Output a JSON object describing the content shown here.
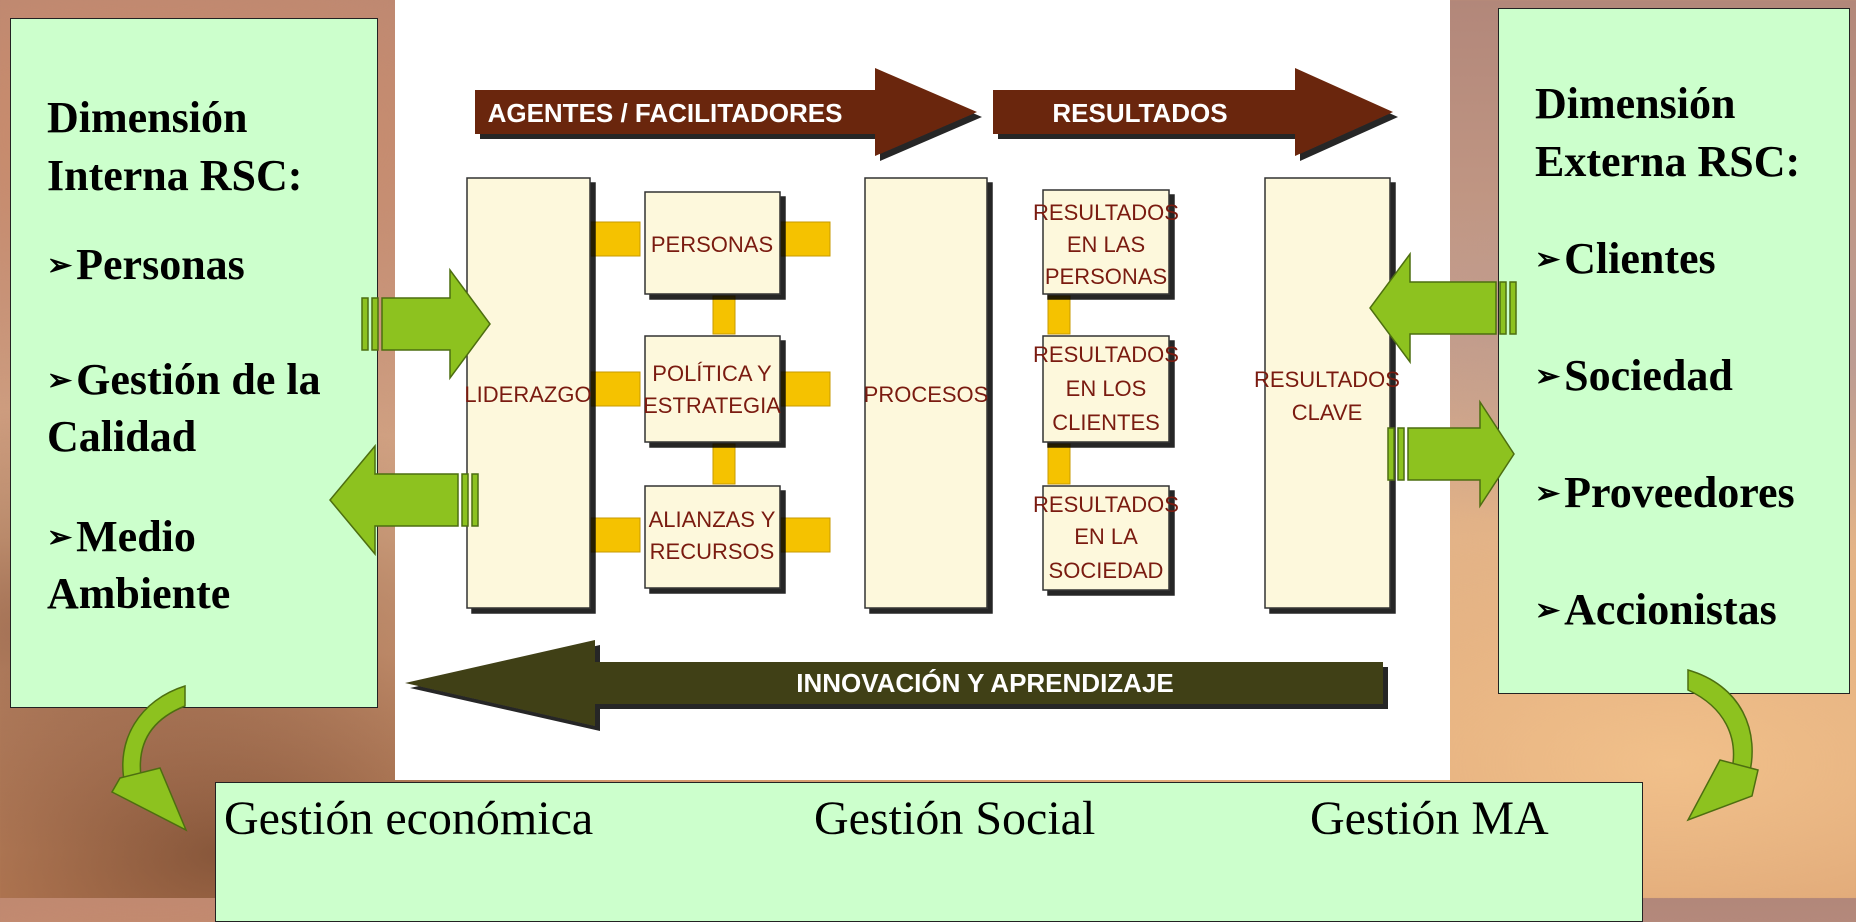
{
  "left_panel": {
    "title_line1": "Dimensión",
    "title_line2": "Interna RSC:",
    "items": [
      {
        "line1": "Personas",
        "line2": ""
      },
      {
        "line1": "Gestión de la",
        "line2": "Calidad"
      },
      {
        "line1": "Medio",
        "line2": "Ambiente"
      }
    ]
  },
  "right_panel": {
    "title_line1": "Dimensión",
    "title_line2": "Externa RSC:",
    "items": [
      "Clientes",
      "Sociedad",
      "Proveedores",
      "Accionistas"
    ]
  },
  "bottom_panel": {
    "items": [
      "Gestión económica",
      "Gestión Social",
      "Gestión MA"
    ]
  },
  "diagram": {
    "top_arrows": [
      "AGENTES / FACILITADORES",
      "RESULTADOS"
    ],
    "bottom_arrow": "INNOVACIÓN Y APRENDIZAJE",
    "boxes": {
      "liderazgo": "LIDERAZGO",
      "personas": "PERSONAS",
      "politica_line1": "POLÍTICA Y",
      "politica_line2": "ESTRATEGIA",
      "alianzas_line1": "ALIANZAS Y",
      "alianzas_line2": "RECURSOS",
      "procesos": "PROCESOS",
      "res_personas_line1": "RESULTADOS",
      "res_personas_line2": "EN LAS",
      "res_personas_line3": "PERSONAS",
      "res_clientes_line1": "RESULTADOS",
      "res_clientes_line2": "EN LOS",
      "res_clientes_line3": "CLIENTES",
      "res_sociedad_line1": "RESULTADOS",
      "res_sociedad_line2": "EN LA",
      "res_sociedad_line3": "SOCIEDAD",
      "clave_line1": "RESULTADOS",
      "clave_line2": "CLAVE"
    }
  },
  "colors": {
    "panel_bg": "#ccffcc",
    "box_fill": "#fdf8dc",
    "connector": "#f5c200",
    "top_arrow": "#6b2509",
    "bottom_arrow": "#3f3f17",
    "green_arrow": "#8dc21f",
    "box_text": "#7a1b10"
  }
}
